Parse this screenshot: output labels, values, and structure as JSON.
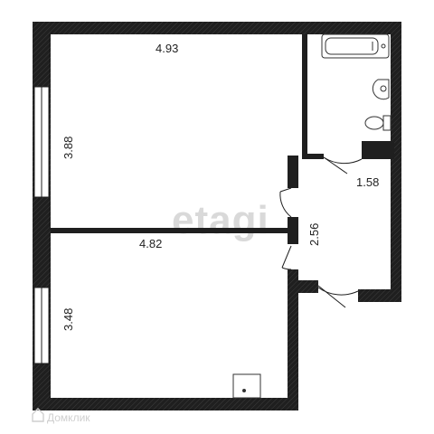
{
  "plan": {
    "watermark": "etagi",
    "brand": "Домклик",
    "colors": {
      "wall": "#1f1f1f",
      "hatch": "#3a3a3a",
      "window": "#ffffff",
      "bg": "#ffffff"
    },
    "dimensions": {
      "room1_width": "4.93",
      "room1_height": "3.88",
      "room2_width": "4.82",
      "room2_height": "3.48",
      "hall_width": "1.58",
      "hall_length": "2.56"
    }
  }
}
